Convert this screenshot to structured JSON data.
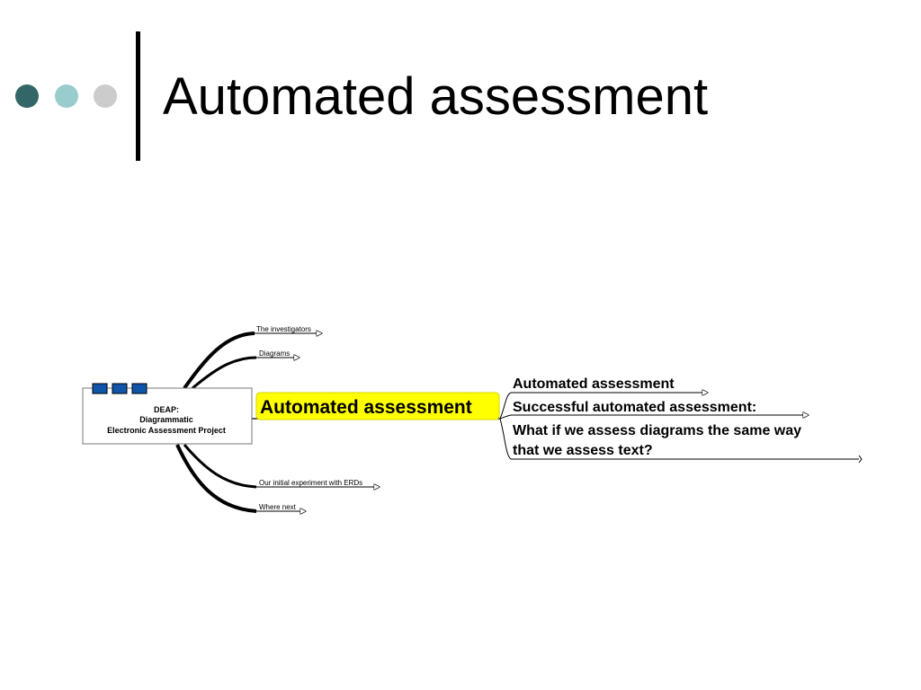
{
  "slide": {
    "title": "Automated assessment",
    "bullet_colors": [
      "#336666",
      "#99cccc",
      "#cccccc"
    ]
  },
  "mindmap": {
    "center": {
      "line1": "DEAP:",
      "line2": "Diagrammatic",
      "line3": "Electronic Assessment Project"
    },
    "branches": [
      "The investigators",
      "Diagrams",
      "Our initial experiment with ERDs",
      "Where next"
    ],
    "focus": {
      "label": "Automated assessment",
      "highlight_color": "#ffff00",
      "children": [
        "Automated assessment",
        "Successful automated assessment:",
        "What if we assess diagrams the same way",
        "that we assess text?"
      ]
    }
  }
}
